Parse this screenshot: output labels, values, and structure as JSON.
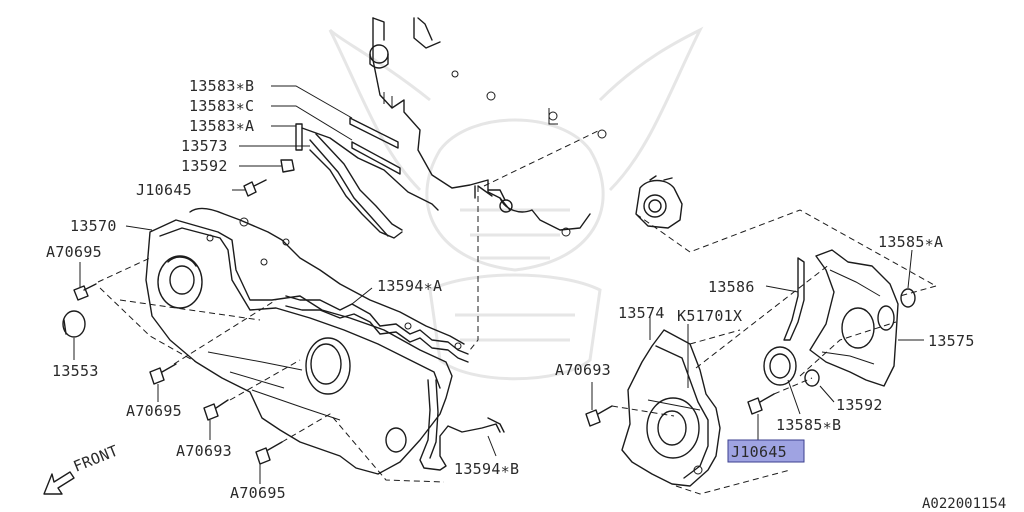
{
  "diagram": {
    "labels": {
      "p13583b": "13583∗B",
      "p13583c": "13583∗C",
      "p13583a": "13583∗A",
      "p13573": "13573",
      "p13592_top": "13592",
      "j10645_top": "J10645",
      "p13570": "13570",
      "a70695_top": "A70695",
      "p13553": "13553",
      "a70695_mid": "A70695",
      "a70693_left": "A70693",
      "a70695_bottom": "A70695",
      "p13594a": "13594∗A",
      "p13594b": "13594∗B",
      "p13574": "13574",
      "k51701x": "K51701X",
      "a70693_right": "A70693",
      "p13586": "13586",
      "p13585a": "13585∗A",
      "p13575": "13575",
      "p13592_right": "13592",
      "p13585b": "13585∗B",
      "j10645_highlight": "J10645",
      "front": "FRONT"
    },
    "diagram_code": "A022001154",
    "highlight_color": "#9fa3e2"
  }
}
